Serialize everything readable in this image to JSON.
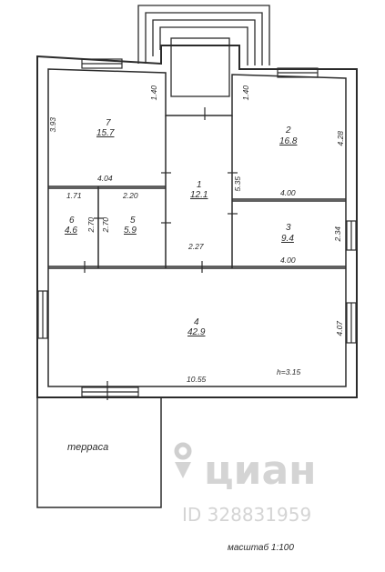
{
  "rooms": [
    {
      "id": "room-7",
      "number": "7",
      "area": "15.7"
    },
    {
      "id": "room-2",
      "number": "2",
      "area": "16.8"
    },
    {
      "id": "room-1",
      "number": "1",
      "area": "12.1"
    },
    {
      "id": "room-6",
      "number": "6",
      "area": "4.6"
    },
    {
      "id": "room-5",
      "number": "5",
      "area": "5.9"
    },
    {
      "id": "room-3",
      "number": "3",
      "area": "9.4"
    },
    {
      "id": "room-4",
      "number": "4",
      "area": "42.9"
    }
  ],
  "dimensions": {
    "d_393": "3.93",
    "d_140a": "1.40",
    "d_140b": "1.40",
    "d_428": "4.28",
    "d_404": "4.04",
    "d_535": "5.35",
    "d_400a": "4.00",
    "d_171": "1.71",
    "d_270a": "2.70",
    "d_220": "2.20",
    "d_270b": "2.70",
    "d_227": "2.27",
    "d_234": "2.34",
    "d_400b": "4.00",
    "d_407": "4.07",
    "d_1055": "10.55"
  },
  "height_label": "h=3.15",
  "terrace_label": "терраса",
  "scale_label": "масштаб 1:100",
  "watermark": {
    "brand": "циан",
    "id": "ID 328831959"
  }
}
